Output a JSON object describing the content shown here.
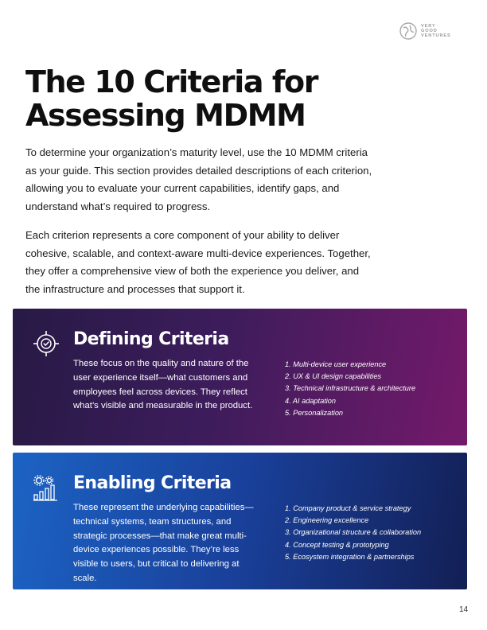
{
  "logo": {
    "lines": [
      "VERY",
      "GOOD",
      "VENTURES"
    ]
  },
  "title": "The 10 Criteria for Assessing MDMM",
  "paragraphs": [
    "To determine your organization’s maturity level, use the 10 MDMM criteria as your guide. This section provides detailed descriptions of each criterion, allowing you to evaluate your current capabilities, identify gaps, and understand what’s required to progress.",
    "Each criterion represents a core component of your ability to deliver cohesive, scalable, and context-aware multi-device experiences. Together, they offer a comprehensive view of both the experience you deliver, and the infrastructure and processes that support it."
  ],
  "defining": {
    "icon": "target-icon",
    "title": "Defining Criteria",
    "description": "These focus on the quality and nature of the user experience itself—what customers and employees feel across devices. They reflect what’s visible and measurable in the product.",
    "items": [
      "1. Multi-device user experience",
      "2. UX & UI design capabilities",
      "3. Technical infrastructure & architecture",
      "4. AI adaptation",
      "5. Personalization"
    ]
  },
  "enabling": {
    "icon": "gears-chart-icon",
    "title": "Enabling Criteria",
    "description": "These represent the underlying capabilities—technical systems, team structures, and strategic processes—that make great multi-device experiences possible. They’re less visible to users, but critical to delivering at scale.",
    "items": [
      "1. Company product & service strategy",
      "2. Engineering excellence",
      "3. Organizational structure & collaboration",
      "4. Concept testing & prototyping",
      "5. Ecosystem integration & partnerships"
    ]
  },
  "page_number": "14"
}
